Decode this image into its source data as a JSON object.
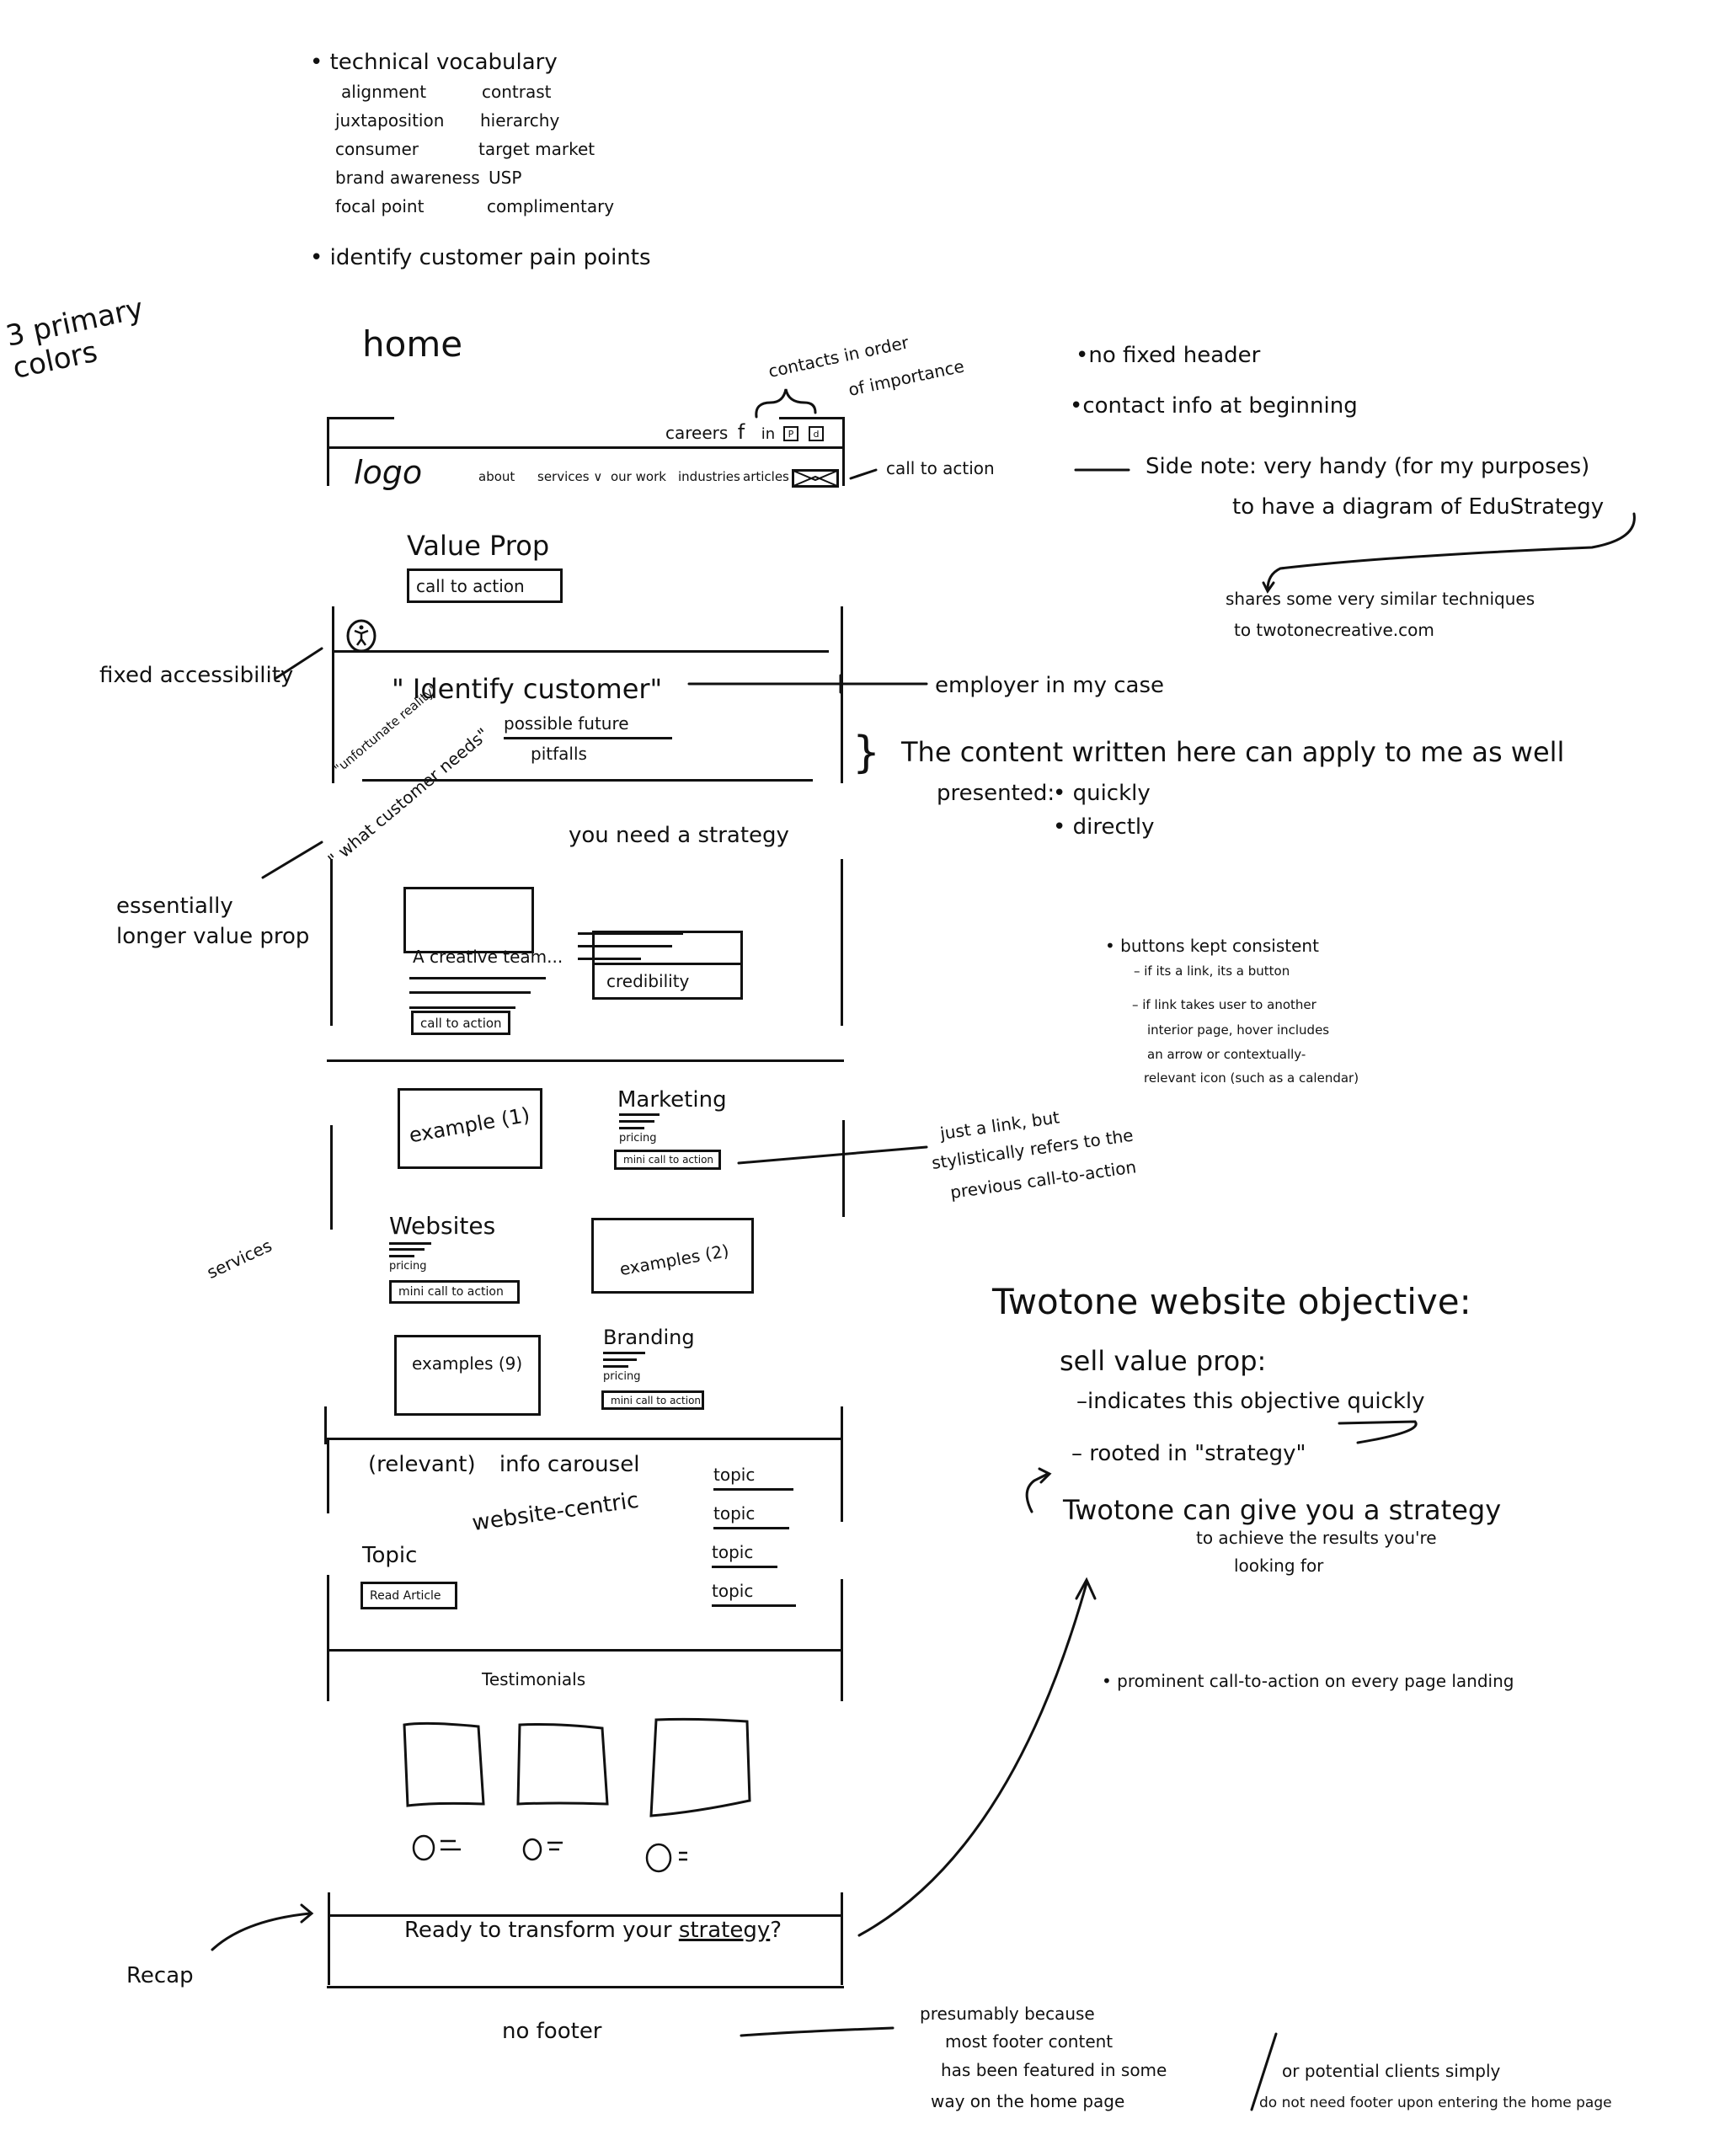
{
  "notes_top": {
    "vocab_heading": "• technical vocabulary",
    "vocab_terms": [
      "alignment",
      "contrast",
      "juxtaposition",
      "hierarchy",
      "consumer",
      "target market",
      "brand awareness",
      "USP",
      "focal point",
      "complimentary"
    ],
    "pain_points": "• identify customer pain points"
  },
  "left_labels": {
    "primary_colors": "3 primary colors",
    "fixed_accessibility": "fixed accessibility",
    "essentially_line1": "essentially",
    "essentially_line2": "longer value prop",
    "what_customer_needs": "\" what customer needs\"",
    "unfortunate_reality": "\"unfortunate reality\"",
    "services": "services",
    "recap": "Recap"
  },
  "wireframe": {
    "page_title": "home",
    "topbar": {
      "careers": "careers",
      "social_icons": [
        {
          "name": "facebook-icon",
          "glyph": "f"
        },
        {
          "name": "linkedin-icon",
          "glyph": "in"
        },
        {
          "name": "pinterest-icon",
          "glyph": "P"
        },
        {
          "name": "tiktok-icon",
          "glyph": "d"
        }
      ]
    },
    "nav": {
      "logo": "logo",
      "items": [
        "about",
        "services ∨",
        "our work",
        "industries",
        "articles"
      ],
      "cta_icon": "envelope-icon"
    },
    "hero": {
      "value_prop": "Value Prop",
      "cta": "call to action"
    },
    "identify": {
      "heading": "\" Identify   customer\"",
      "future": "possible future",
      "pitfalls": "pitfalls"
    },
    "strategy": {
      "heading": "you need a strategy",
      "team": "A creative team...",
      "credibility": "credibility",
      "cta": "call to action"
    },
    "services": [
      {
        "title": "Marketing",
        "pricing": "pricing",
        "cta": "mini call to action",
        "example": "example (1)"
      },
      {
        "title": "Websites",
        "pricing": "pricing",
        "cta": "mini call to action",
        "example": "examples (2)"
      },
      {
        "title": "Branding",
        "pricing": "pricing",
        "cta": "mini call to action",
        "example": "examples (9)"
      }
    ],
    "carousel": {
      "heading_relevant": "(relevant)",
      "heading_rest": "info carousel",
      "subtitle": "website-centric",
      "topic": "Topic",
      "read_article": "Read Article",
      "topics": [
        "topic",
        "topic",
        "topic",
        "topic"
      ]
    },
    "testimonials": {
      "heading": "Testimonials",
      "count": 3
    },
    "recap": {
      "text_before": "Ready to transform your ",
      "text_emph": "strategy",
      "text_after": "?"
    },
    "no_footer": "no footer"
  },
  "annotations": {
    "contacts_order_1": "contacts in order",
    "contacts_order_2": "of importance",
    "no_fixed_header": "•no fixed header",
    "contact_info": "•contact info at beginning",
    "call_to_action": "call to action",
    "side_note_1": "Side note:  very handy (for my purposes)",
    "side_note_2": "to have a diagram of EduStrategy",
    "shares_1": "shares some very similar techniques",
    "shares_2": "to twotonecreative.com",
    "employer": "employer in my case",
    "content_written": "The content written here can apply to me as well",
    "presented": "presented:",
    "presented_items": [
      "• quickly",
      "• directly"
    ],
    "buttons_heading": "• buttons kept consistent",
    "buttons_items": [
      "– if its a link, its a button",
      "– if link takes user to another",
      "interior page, hover includes",
      "an arrow or contextually-",
      "relevant icon (such as a calendar)"
    ],
    "just_link_1": "just a link, but",
    "just_link_2": "stylistically refers to the",
    "just_link_3": "previous call-to-action",
    "objective_title": "Twotone website objective:",
    "sell_value": "sell value prop:",
    "indicates": "–indicates this objective quickly",
    "rooted": "– rooted in \"strategy\"",
    "twotone_can_1": "Twotone can give you a strategy",
    "twotone_can_2": "to achieve the results you're",
    "twotone_can_3": "looking for",
    "prominent_cta": "• prominent call-to-action on every page landing",
    "presumably": [
      "presumably because",
      "most footer content",
      "has been featured in some",
      "way on the home page"
    ],
    "or_clients": [
      "or potential clients simply",
      "do not need footer upon entering the home page"
    ]
  }
}
